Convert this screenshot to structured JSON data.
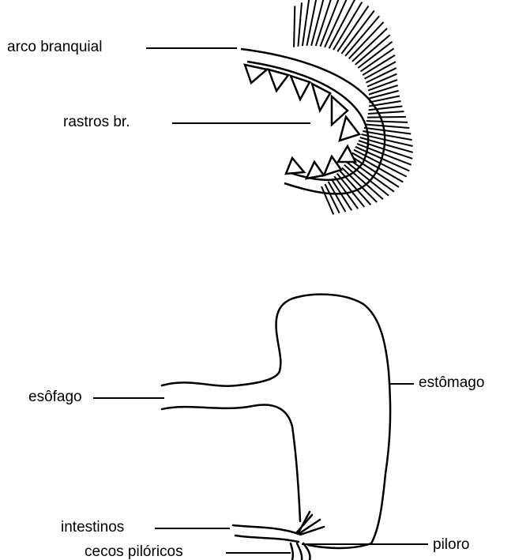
{
  "labels": {
    "arco_branquial": "arco branquial",
    "rastros": "rastros br.",
    "esofago": "esôfago",
    "estomago": "estômago",
    "intestinos": "intestinos",
    "piloro": "piloro",
    "cecos": "cecos pilóricos"
  }
}
